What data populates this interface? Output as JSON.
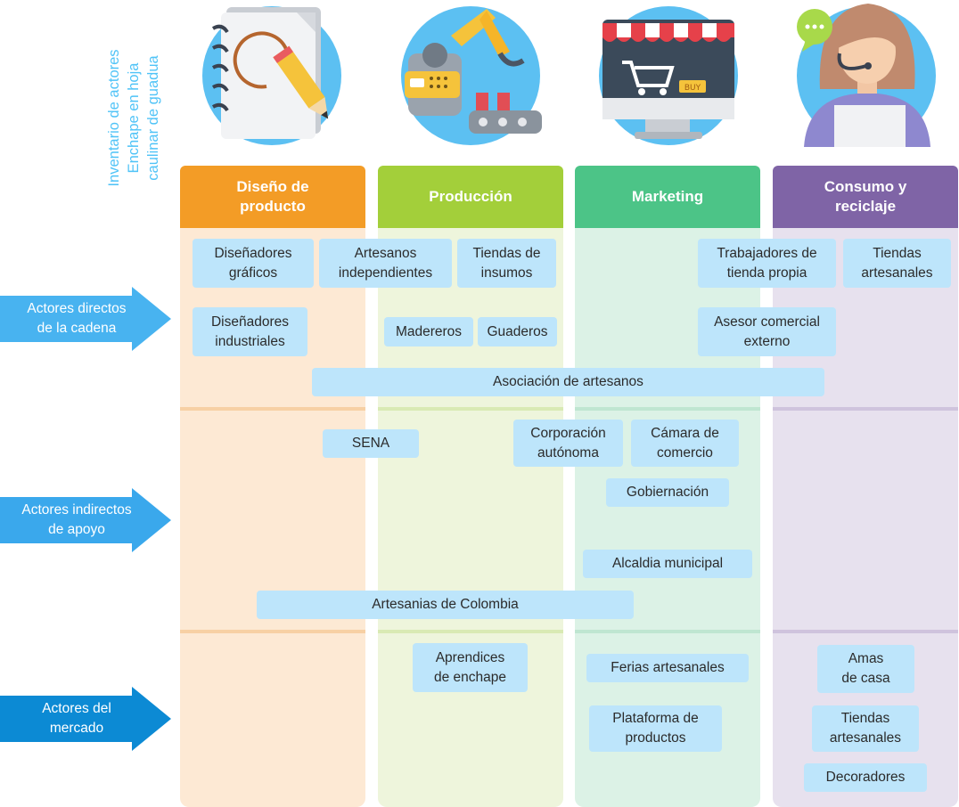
{
  "title": {
    "line1": "Inventario de actores",
    "line2": "Enchape en hoja",
    "line3": "caulinar de guadua"
  },
  "columns": [
    {
      "line1": "Diseño de",
      "line2": "producto",
      "color": "#f39c26",
      "bg": "#fde9d4",
      "icon": "design-notebook-icon"
    },
    {
      "line1": "Producción",
      "line2": "",
      "color": "#a3cf3a",
      "bg": "#eef5dc",
      "icon": "robot-arm-factory-icon"
    },
    {
      "line1": "Marketing",
      "line2": "",
      "color": "#4cc487",
      "bg": "#dcf2e6",
      "icon": "online-shop-monitor-icon"
    },
    {
      "line1": "Consumo y",
      "line2": "reciclaje",
      "color": "#7f64a6",
      "bg": "#e7e1ee",
      "icon": "customer-support-agent-icon"
    }
  ],
  "rows": [
    {
      "line1": "Actores directos",
      "line2": "de la cadena",
      "color": "#48b3f0"
    },
    {
      "line1": "Actores indirectos",
      "line2": "de apoyo",
      "color": "#3aa8ec"
    },
    {
      "line1": "Actores del",
      "line2": "mercado",
      "color": "#0c8ad4"
    }
  ],
  "actors": {
    "disenadores_graficos": {
      "line1": "Diseñadores",
      "line2": "gráficos"
    },
    "artesanos_independientes": {
      "line1": "Artesanos",
      "line2": "independientes"
    },
    "tiendas_insumos": {
      "line1": "Tiendas de",
      "line2": "insumos"
    },
    "trabajadores_tienda": {
      "line1": "Trabajadores de",
      "line2": "tienda propia"
    },
    "tiendas_artesanales_1": {
      "line1": "Tiendas",
      "line2": "artesanales"
    },
    "disenadores_industriales": {
      "line1": "Diseñadores",
      "line2": "industriales"
    },
    "madereros": {
      "line1": "Madereros"
    },
    "guaderos": {
      "line1": "Guaderos"
    },
    "asesor_comercial": {
      "line1": "Asesor comercial",
      "line2": "externo"
    },
    "asociacion": {
      "line1": "Asociación de artesanos"
    },
    "sena": {
      "line1": "SENA"
    },
    "corporacion": {
      "line1": "Corporación",
      "line2": "autónoma"
    },
    "camara": {
      "line1": "Cámara de",
      "line2": "comercio"
    },
    "gobernacion": {
      "line1": "Gobiernación"
    },
    "alcaldia": {
      "line1": "Alcaldia municipal"
    },
    "artesanias_colombia": {
      "line1": "Artesanias de Colombia"
    },
    "aprendices": {
      "line1": "Aprendices",
      "line2": "de enchape"
    },
    "ferias": {
      "line1": "Ferias artesanales"
    },
    "amas_casa": {
      "line1": "Amas",
      "line2": "de casa"
    },
    "plataforma": {
      "line1": "Plataforma de",
      "line2": "productos"
    },
    "tiendas_artesanales_2": {
      "line1": "Tiendas",
      "line2": "artesanales"
    },
    "decoradores": {
      "line1": "Decoradores"
    }
  }
}
